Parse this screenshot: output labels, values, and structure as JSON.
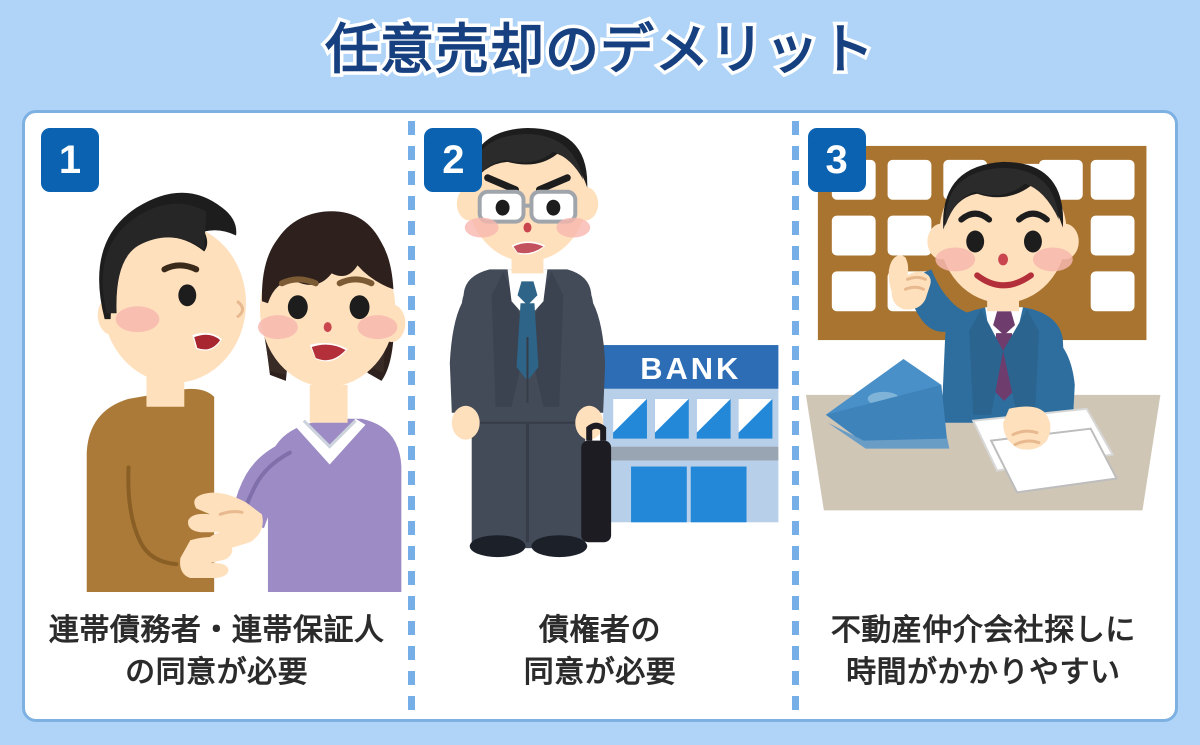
{
  "page": {
    "title": "任意売却のデメリット",
    "background_color": "#afd4f8",
    "title_color": "#16407f",
    "title_outline_color": "#ffffff",
    "card_background": "#ffffff",
    "card_border_color": "#7fb0e2",
    "divider_color": "#76aee8",
    "badge_color": "#0a62b0",
    "caption_color": "#2b2b2b"
  },
  "panels": [
    {
      "number": "1",
      "illustration": "two-people-talking-illustration",
      "caption_line1": "連帯債務者・連帯保証人",
      "caption_line2": "の同意が必要",
      "colors": {
        "man_sweater": "#ab7a38",
        "woman_sweater": "#9c8bc4",
        "hair_dark": "#1d1d1d",
        "hair_brown": "#2e211d",
        "skin": "#ffe0bd"
      }
    },
    {
      "number": "2",
      "illustration": "banker-in-suit-with-bank-building-illustration",
      "caption_line1": "債権者の",
      "caption_line2": "同意が必要",
      "colors": {
        "suit": "#434b58",
        "tie": "#2d6488",
        "briefcase": "#1c1c22",
        "bank_sign": "#2c6db5",
        "bank_wall": "#b7cfe8",
        "bank_awning": "#2488d8",
        "bank_band": "#9aa5b4",
        "bank_text": "BANK"
      }
    },
    {
      "number": "3",
      "illustration": "real-estate-agent-at-desk-illustration",
      "caption_line1": "不動産仲介会社探しに",
      "caption_line2": "時間がかかりやすい",
      "colors": {
        "board": "#a9742f",
        "board_cards": "#ffffff",
        "suit": "#2e6e9e",
        "tie": "#6f3c6e",
        "laptop": "#4a90c8",
        "desk": "#cfc6b6",
        "paper": "#ffffff"
      }
    }
  ]
}
